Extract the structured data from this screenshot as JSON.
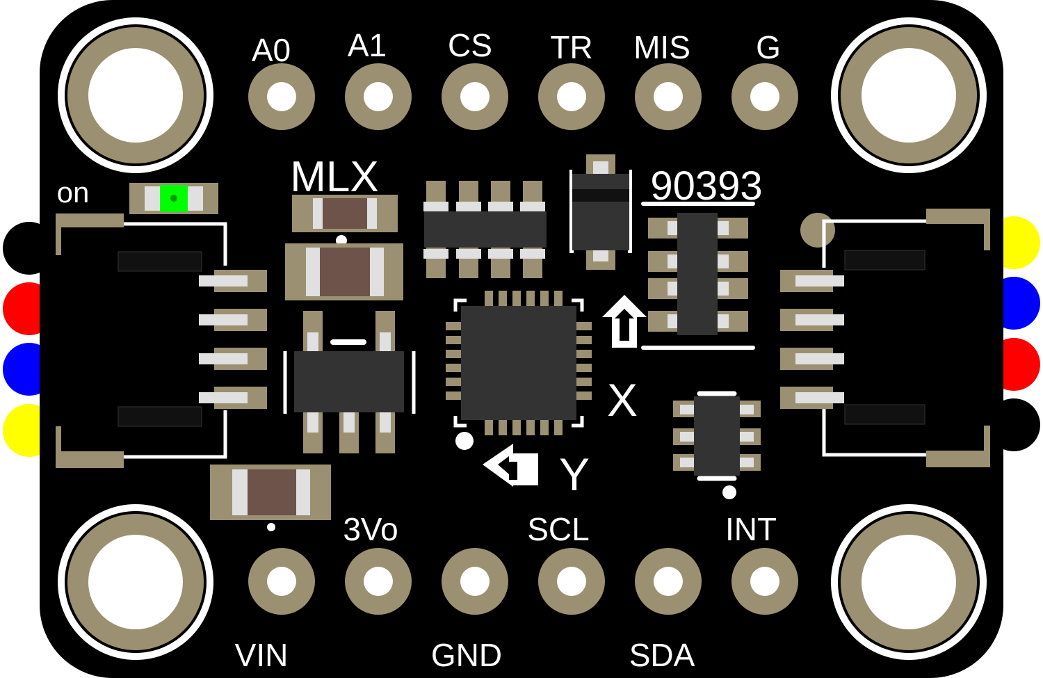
{
  "board": {
    "top_labels": [
      "A0",
      "A1",
      "CS",
      "TR",
      "MIS",
      "G"
    ],
    "bottom_upper_labels": [
      "3Vo",
      "SCL",
      "INT"
    ],
    "bottom_lower_labels": [
      "VIN",
      "GND",
      "SDA"
    ],
    "led_label": "on",
    "chip_label": "MLX",
    "part_number": "90393",
    "axis_x": "X",
    "axis_y": "Y"
  },
  "connectors": {
    "left_wires": [
      "black",
      "red",
      "blue",
      "yellow"
    ],
    "right_wires": [
      "yellow",
      "blue",
      "red",
      "black"
    ]
  },
  "colors": {
    "board": "#000000",
    "copper": "#9c9072",
    "silkscreen": "#ffffff",
    "ic_body": "#333333",
    "passive_body": "#6d5349",
    "led": "#00ff00",
    "wire_black": "#000000",
    "wire_red": "#ff0000",
    "wire_blue": "#0000ff",
    "wire_yellow": "#ffff00"
  }
}
